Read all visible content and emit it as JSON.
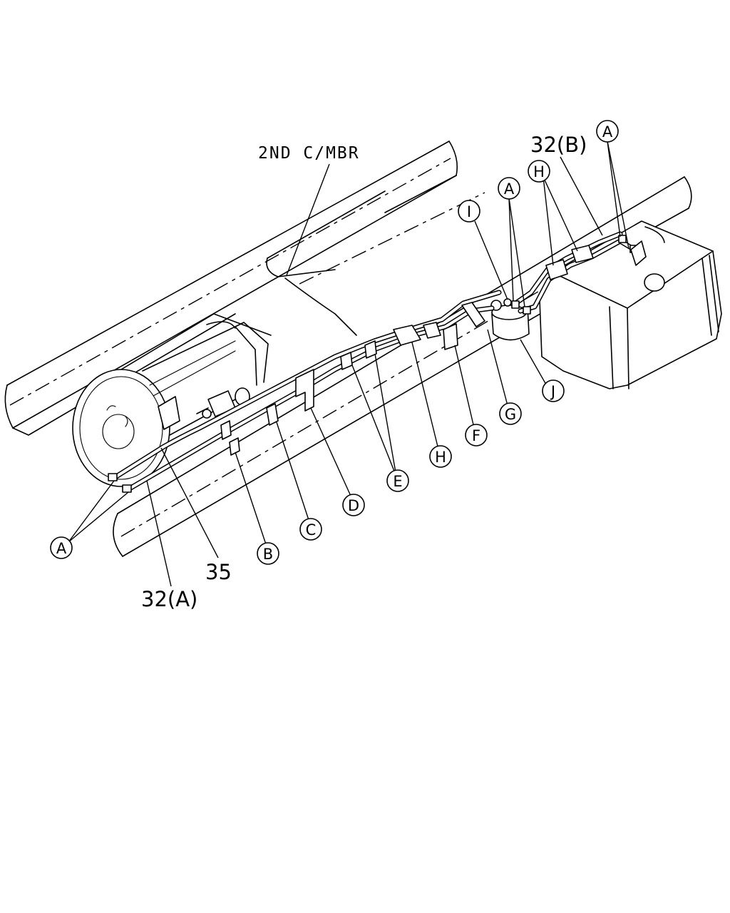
{
  "labels": {
    "crossmember": "2ND C/MBR",
    "pipe_a": "32(A)",
    "pipe_b": "32(B)",
    "part_35": "35"
  },
  "callouts": {
    "a_left": "A",
    "a_mid": "A",
    "a_right": "A",
    "b": "B",
    "c": "C",
    "d": "D",
    "e": "E",
    "f": "F",
    "g": "G",
    "h_lower": "H",
    "h_upper": "H",
    "i": "I",
    "j": "J"
  }
}
